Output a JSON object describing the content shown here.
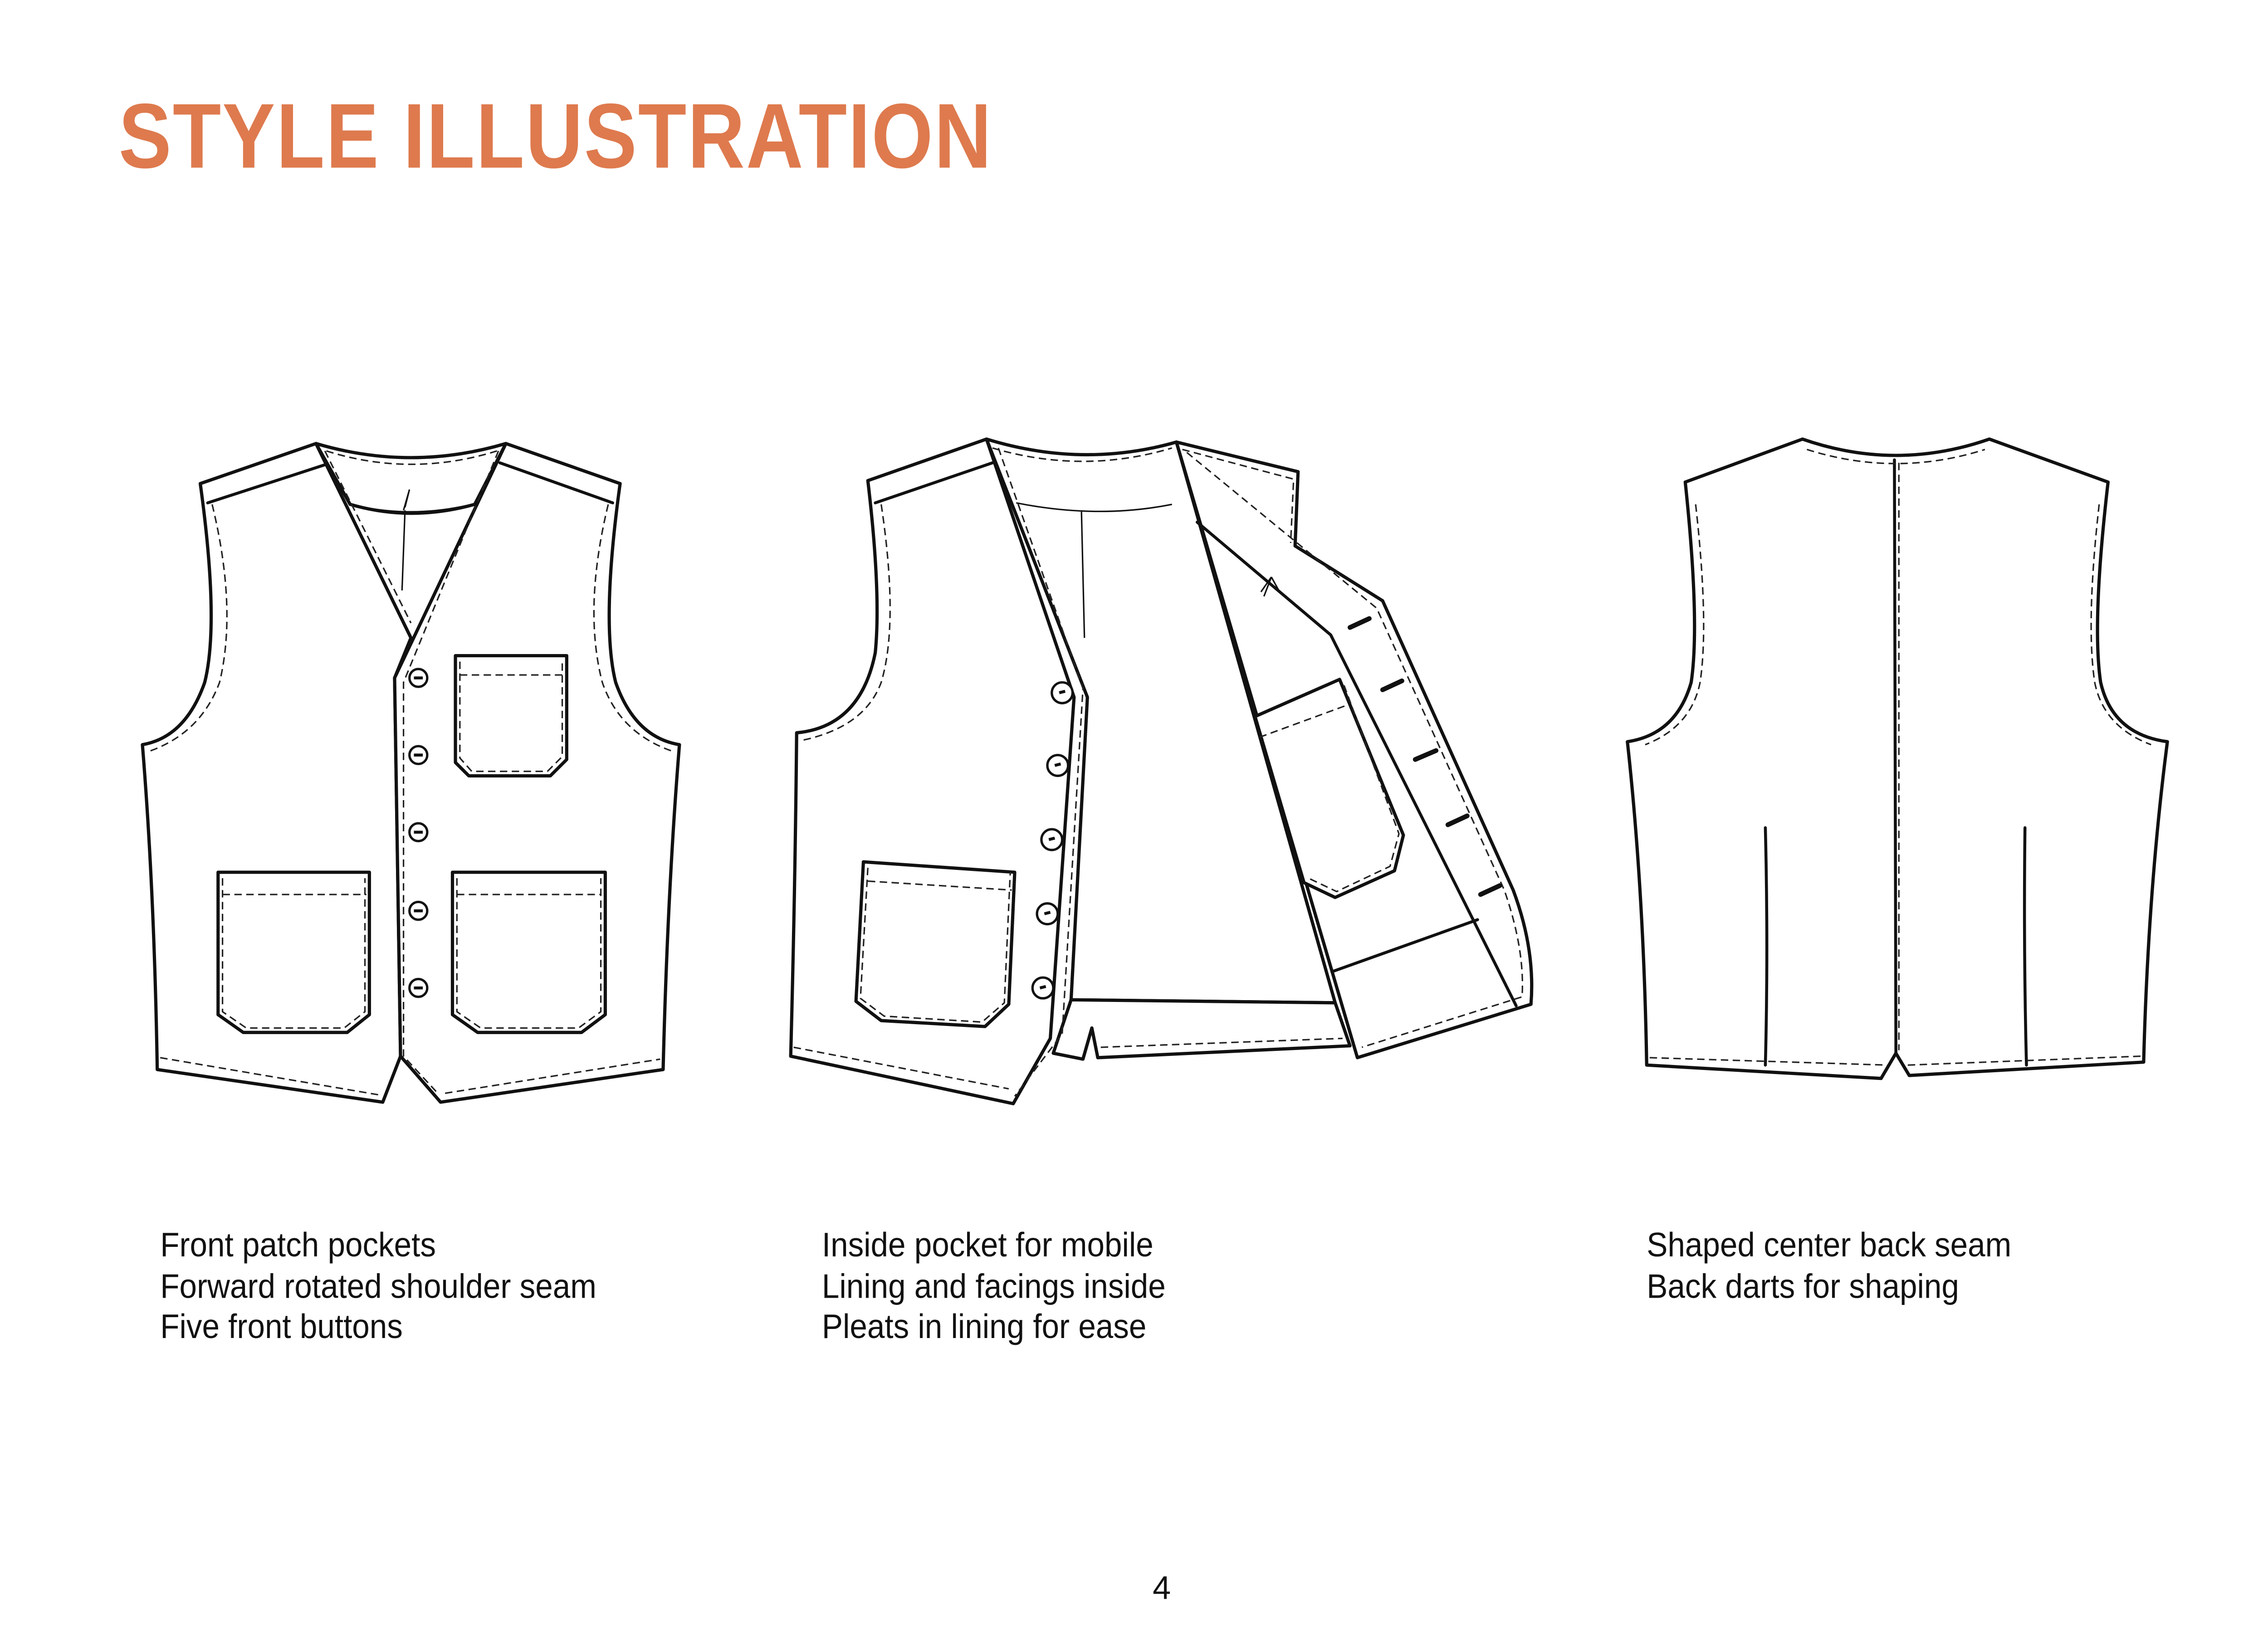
{
  "header": {
    "title": "STYLE ILLUSTRATION",
    "title_color": "#DE7A4E"
  },
  "illustrations": [
    {
      "view": "front",
      "features": [
        "Front patch pockets",
        "Forward rotated shoulder seam",
        "Five front buttons"
      ],
      "button_count": 5,
      "pocket_count": 3
    },
    {
      "view": "front-open",
      "features": [
        "Inside pocket for mobile",
        "Lining and facings inside",
        "Pleats in lining for ease"
      ],
      "button_count": 5,
      "buttonhole_count": 5
    },
    {
      "view": "back",
      "features": [
        "Shaped center back seam",
        "Back darts for shaping"
      ],
      "dart_count": 2
    }
  ],
  "footer": {
    "page_number": "4"
  },
  "colors": {
    "accent": "#DE7A4E",
    "text": "#111111",
    "line": "#111111",
    "background": "#FFFFFF"
  }
}
